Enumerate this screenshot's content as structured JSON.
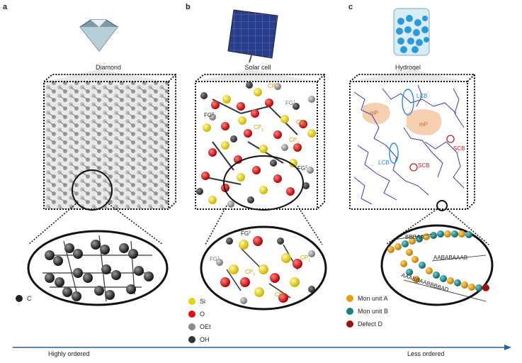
{
  "panels": {
    "a": {
      "letter": "a",
      "caption": "Diamond",
      "legend": [
        {
          "label": "C",
          "color": "#222222"
        }
      ]
    },
    "b": {
      "letter": "b",
      "caption": "Solar cell",
      "legend": [
        {
          "label": "Si",
          "color": "#e4d400"
        },
        {
          "label": "O",
          "color": "#e01010"
        },
        {
          "label": "OEt",
          "color": "#8a8a8a"
        },
        {
          "label": "OH",
          "color": "#333333"
        }
      ],
      "labels": {
        "fg2": "FG",
        "fg1": "FG",
        "cp3": "CP",
        "cp1": "CP",
        "cp2": "CP"
      }
    },
    "c": {
      "letter": "c",
      "caption": "Hydrogel",
      "legend": [
        {
          "label": "Mon unit A",
          "color": "#e0a010"
        },
        {
          "label": "Mon unit B",
          "color": "#1a7f80"
        },
        {
          "label": "Defect D",
          "color": "#a01010"
        }
      ],
      "labels": {
        "lcb": "LCB",
        "mp": "mP",
        "scb": "SCB"
      },
      "sequences": [
        "BBBAA",
        "AABABAAAB",
        "AAABBAABBBBAD"
      ]
    }
  },
  "axis": {
    "left": "Highly ordered",
    "right": "Less ordered",
    "color": "#2b5f9e"
  }
}
